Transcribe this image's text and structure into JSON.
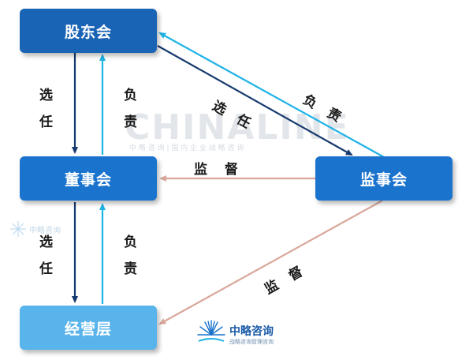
{
  "nodes": {
    "shareholders": {
      "label": "股东会",
      "color": "#1a64b5"
    },
    "board": {
      "label": "董事会",
      "color": "#1a73cc"
    },
    "supervisors": {
      "label": "监事会",
      "color": "#1a73cc"
    },
    "management": {
      "label": "经营层",
      "color": "#59b4ec"
    }
  },
  "edges": {
    "elect_top": "选\n任",
    "responsible_top": "负\n责",
    "elect_bottom": "选\n任",
    "responsible_bottom": "负\n责",
    "elect_diag": "选 任",
    "responsible_diag": "负 责",
    "supervise_board": "监 督",
    "supervise_management": "监 督"
  },
  "watermark": {
    "big": "CHINALINE",
    "small": "中 略 咨 询 | 国 内 企 业 战 略 咨 询",
    "logo_name": "中略咨询",
    "logo_sub": "战略咨询管理咨询",
    "logo_name_small": "中略咨询"
  },
  "colors": {
    "dark_arrow": "#173a6e",
    "cyan_arrow": "#1fb3e6",
    "supervise_arrow": "#d8a79a"
  }
}
